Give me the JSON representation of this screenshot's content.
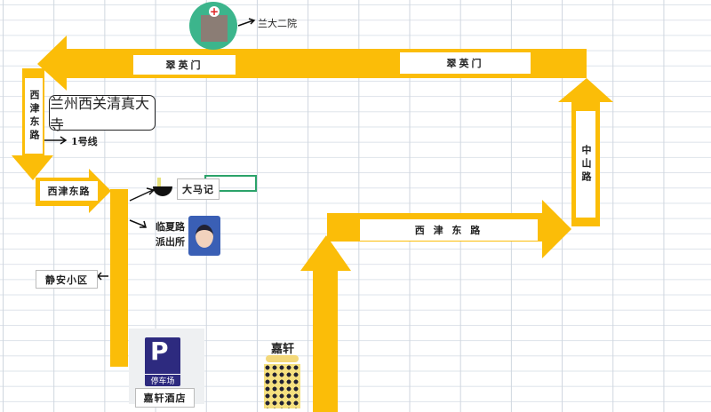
{
  "labels": {
    "cuiyingmen_left": "翠英门",
    "cuiyingmen_right": "翠英门",
    "xijin_vertical": "西津东路",
    "xijin_small": "西津东路",
    "xijin_mid": "西 津 东 路",
    "zhongshan": "中山路",
    "mosque": "兰州西关清真大寺",
    "line1": "1号线",
    "hospital": "兰大二院",
    "damaji": "大马记",
    "police": "临夏路派出所",
    "jingan": "静安小区",
    "parking_sign": "停车场",
    "hotel": "嘉轩酒店",
    "jiaxuan": "嘉轩"
  },
  "colors": {
    "arrow": "#fbbd08",
    "hospital": "#3cb58c",
    "parking": "#2d2a7f"
  }
}
